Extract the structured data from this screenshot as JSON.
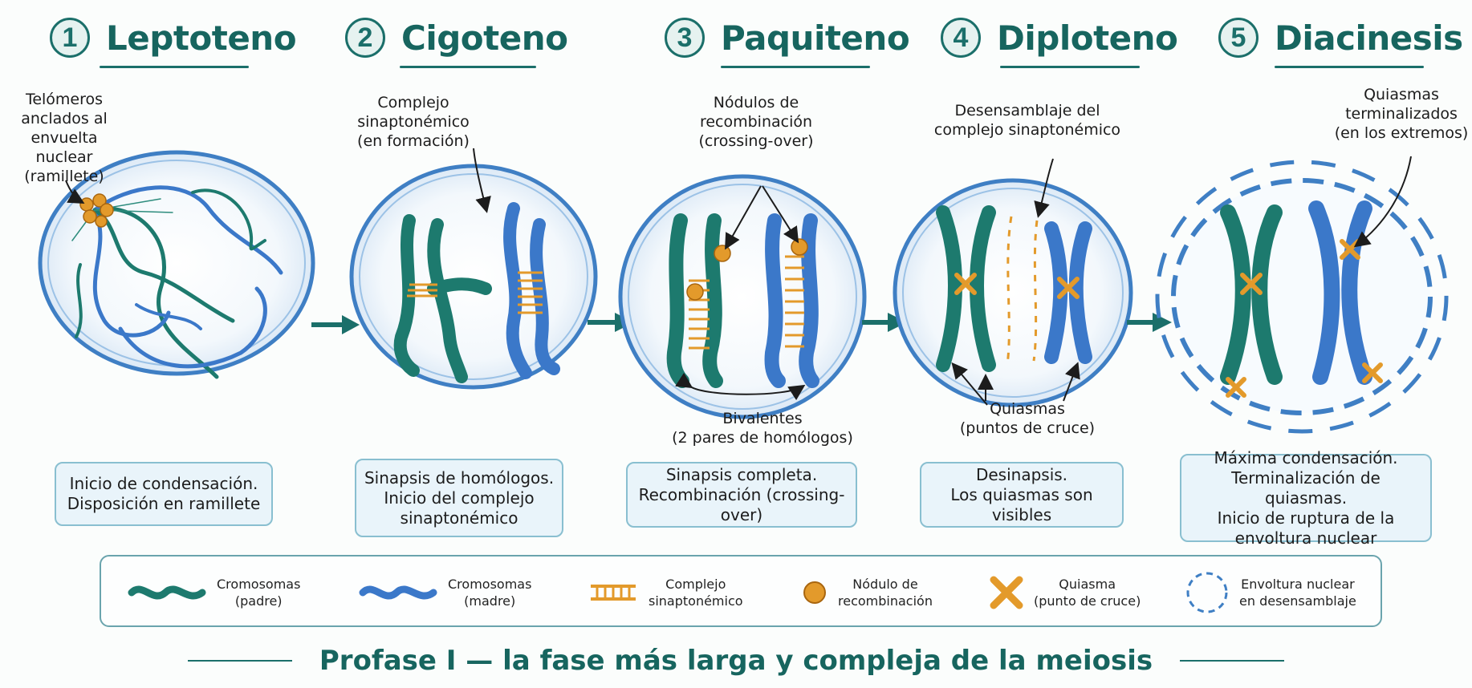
{
  "stages": [
    {
      "num": "1",
      "name": "Leptoteno"
    },
    {
      "num": "2",
      "name": "Cigoteno"
    },
    {
      "num": "3",
      "name": "Paquiteno"
    },
    {
      "num": "4",
      "name": "Diploteno"
    },
    {
      "num": "5",
      "name": "Diacinesis"
    }
  ],
  "annotations": {
    "telomeros": "Telómeros\nanclados al\nenvuelta nuclear\n(ramillete)",
    "complejo_formacion": "Complejo\nsinaptonémico\n(en formación)",
    "nodulos": "Nódulos de\nrecombinación\n(crossing-over)",
    "bivalentes": "Bivalentes\n(2 pares de homólogos)",
    "desensamblaje": "Desensamblaje del\ncomplejo sinaptonémico",
    "quiasmas_cruce": "Quiasmas\n(puntos de cruce)",
    "quiasmas_terminalizados": "Quiasmas\nterminalizados\n(en los extremos)"
  },
  "captions": [
    "Inicio de condensación.\nDisposición en ramillete",
    "Sinapsis de homólogos.\nInicio del complejo\nsinaptonémico",
    "Sinapsis completa.\nRecombinación (crossing-over)",
    "Desinapsis.\nLos quiasmas son visibles",
    "Máxima condensación.\nTerminalización de quiasmas.\nInicio de ruptura de la\nenvoltura nuclear"
  ],
  "legend": [
    {
      "icon": "wavy-chromosome-teal-icon",
      "label": "Cromosomas\n(padre)"
    },
    {
      "icon": "wavy-chromosome-blue-icon",
      "label": "Cromosomas\n(madre)"
    },
    {
      "icon": "synaptonemal-ladder-icon",
      "label": "Complejo\nsinaptonémico"
    },
    {
      "icon": "recombination-nodule-icon",
      "label": "Nódulo de\nrecombinación"
    },
    {
      "icon": "chiasma-x-icon",
      "label": "Quiasma\n(punto de cruce)"
    },
    {
      "icon": "dashed-envelope-icon",
      "label": "Envoltura nuclear\nen desensamblaje"
    }
  ],
  "footer": "Profase I — la fase más larga y compleja de la meiosis",
  "colors": {
    "title": "#17655f",
    "paternal": "#1d7a6e",
    "maternal": "#3b78c9",
    "complex": "#e39a2b",
    "nucleus": "#3f7fc4",
    "caption_bg": "#e9f4fa"
  }
}
